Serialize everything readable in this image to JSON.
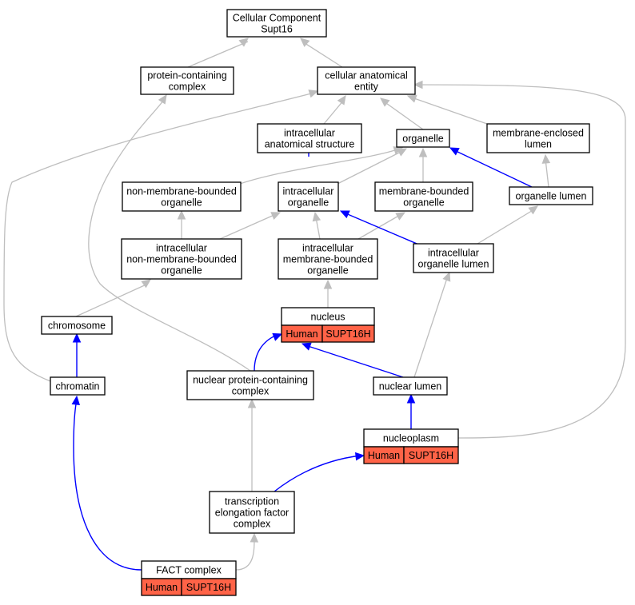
{
  "nodes": {
    "cellular_component": {
      "lines": [
        "Cellular Component",
        "Supt16"
      ]
    },
    "protein_containing_complex": {
      "lines": [
        "protein-containing",
        "complex"
      ]
    },
    "cellular_anatomical_entity": {
      "lines": [
        "cellular anatomical",
        "entity"
      ]
    },
    "intracellular_anatomical_structure": {
      "lines": [
        "intracellular",
        "anatomical structure"
      ]
    },
    "organelle": {
      "lines": [
        "organelle"
      ]
    },
    "membrane_enclosed_lumen": {
      "lines": [
        "membrane-enclosed",
        "lumen"
      ]
    },
    "non_membrane_bounded_organelle": {
      "lines": [
        "non-membrane-bounded",
        "organelle"
      ]
    },
    "intracellular_organelle": {
      "lines": [
        "intracellular",
        "organelle"
      ]
    },
    "membrane_bounded_organelle": {
      "lines": [
        "membrane-bounded",
        "organelle"
      ]
    },
    "organelle_lumen": {
      "lines": [
        "organelle lumen"
      ]
    },
    "intracellular_non_membrane_bounded_organelle": {
      "lines": [
        "intracellular",
        "non-membrane-bounded",
        "organelle"
      ]
    },
    "intracellular_membrane_bounded_organelle": {
      "lines": [
        "intracellular",
        "membrane-bounded",
        "organelle"
      ]
    },
    "intracellular_organelle_lumen": {
      "lines": [
        "intracellular",
        "organelle lumen"
      ]
    },
    "nucleus": {
      "lines": [
        "nucleus"
      ],
      "tags": [
        "Human",
        "SUPT16H"
      ]
    },
    "chromosome": {
      "lines": [
        "chromosome"
      ]
    },
    "chromatin": {
      "lines": [
        "chromatin"
      ]
    },
    "nuclear_protein_containing_complex": {
      "lines": [
        "nuclear protein-containing",
        "complex"
      ]
    },
    "nuclear_lumen": {
      "lines": [
        "nuclear lumen"
      ]
    },
    "nucleoplasm": {
      "lines": [
        "nucleoplasm"
      ],
      "tags": [
        "Human",
        "SUPT16H"
      ]
    },
    "transcription_elongation_factor_complex": {
      "lines": [
        "transcription",
        "elongation factor",
        "complex"
      ]
    },
    "fact_complex": {
      "lines": [
        "FACT complex"
      ],
      "tags": [
        "Human",
        "SUPT16H"
      ]
    }
  },
  "colors": {
    "is_a_edge": "#bebebe",
    "part_of_edge": "#0000ff",
    "annotation_tag": "#ff6347"
  }
}
